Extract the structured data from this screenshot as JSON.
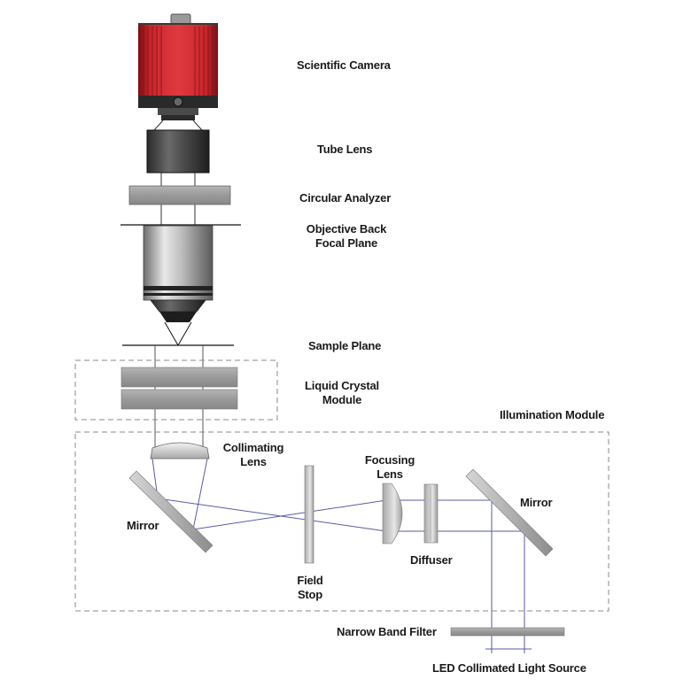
{
  "diagram": {
    "labels": {
      "camera": "Scientific Camera",
      "tube_lens": "Tube Lens",
      "circular_analyzer": "Circular Analyzer",
      "objective_bfp_line1": "Objective Back",
      "objective_bfp_line2": "Focal Plane",
      "sample_plane": "Sample Plane",
      "lc_module_line1": "Liquid Crystal",
      "lc_module_line2": "Module",
      "illumination_module": "Illumination Module",
      "collimating_lens_line1": "Collimating",
      "collimating_lens_line2": "Lens",
      "focusing_lens_line1": "Focusing",
      "focusing_lens_line2": "Lens",
      "mirror_left": "Mirror",
      "mirror_right": "Mirror",
      "diffuser": "Diffuser",
      "field_stop_line1": "Field",
      "field_stop_line2": "Stop",
      "narrow_band_filter": "Narrow Band Filter",
      "led_source": "LED Collimated Light Source"
    },
    "colors": {
      "camera_body": "#c8262c",
      "camera_dark": "#8e1419",
      "optic_gray": "#9a9a9a",
      "light_ray": "#5b5aa8",
      "outline": "#333333",
      "dashed_box": "#8a8a8a"
    }
  }
}
